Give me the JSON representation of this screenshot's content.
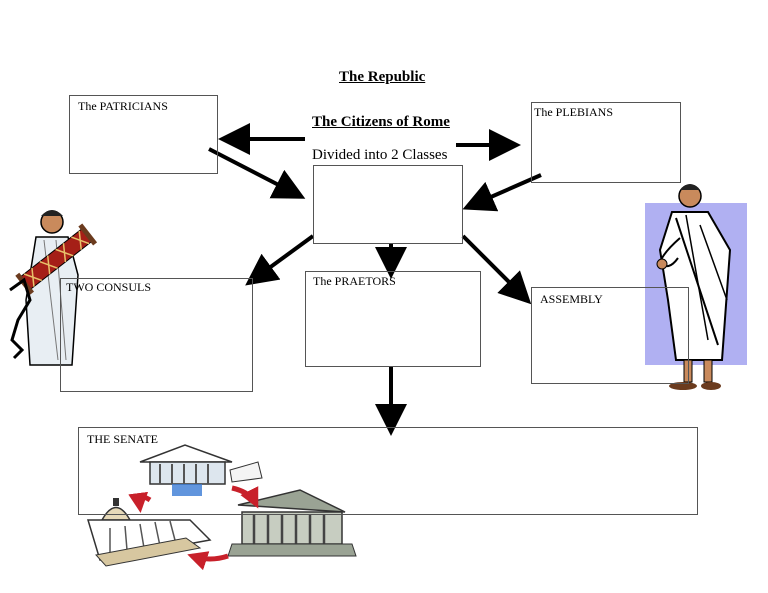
{
  "page": {
    "title": "The Republic",
    "subtitle": "The Citizens of Rome",
    "caption": "Divided into 2 Classes"
  },
  "boxes": {
    "patricians": "The PATRICIANS",
    "plebians": "The PLEBIANS",
    "center": "",
    "consuls": "TWO CONSULS",
    "praetors": "The PRAETORS",
    "assembly": "ASSEMBLY",
    "senate": "THE SENATE"
  },
  "icons": {
    "left": "roman-woman-with-scroll-icon",
    "right": "roman-man-in-toga-icon",
    "bottom": "government-buildings-cycle-icon"
  },
  "colors": {
    "arrow": "#000000",
    "border": "#555555",
    "toga_background": "#b0b0f2",
    "cycle_arrow": "#c8202a"
  }
}
